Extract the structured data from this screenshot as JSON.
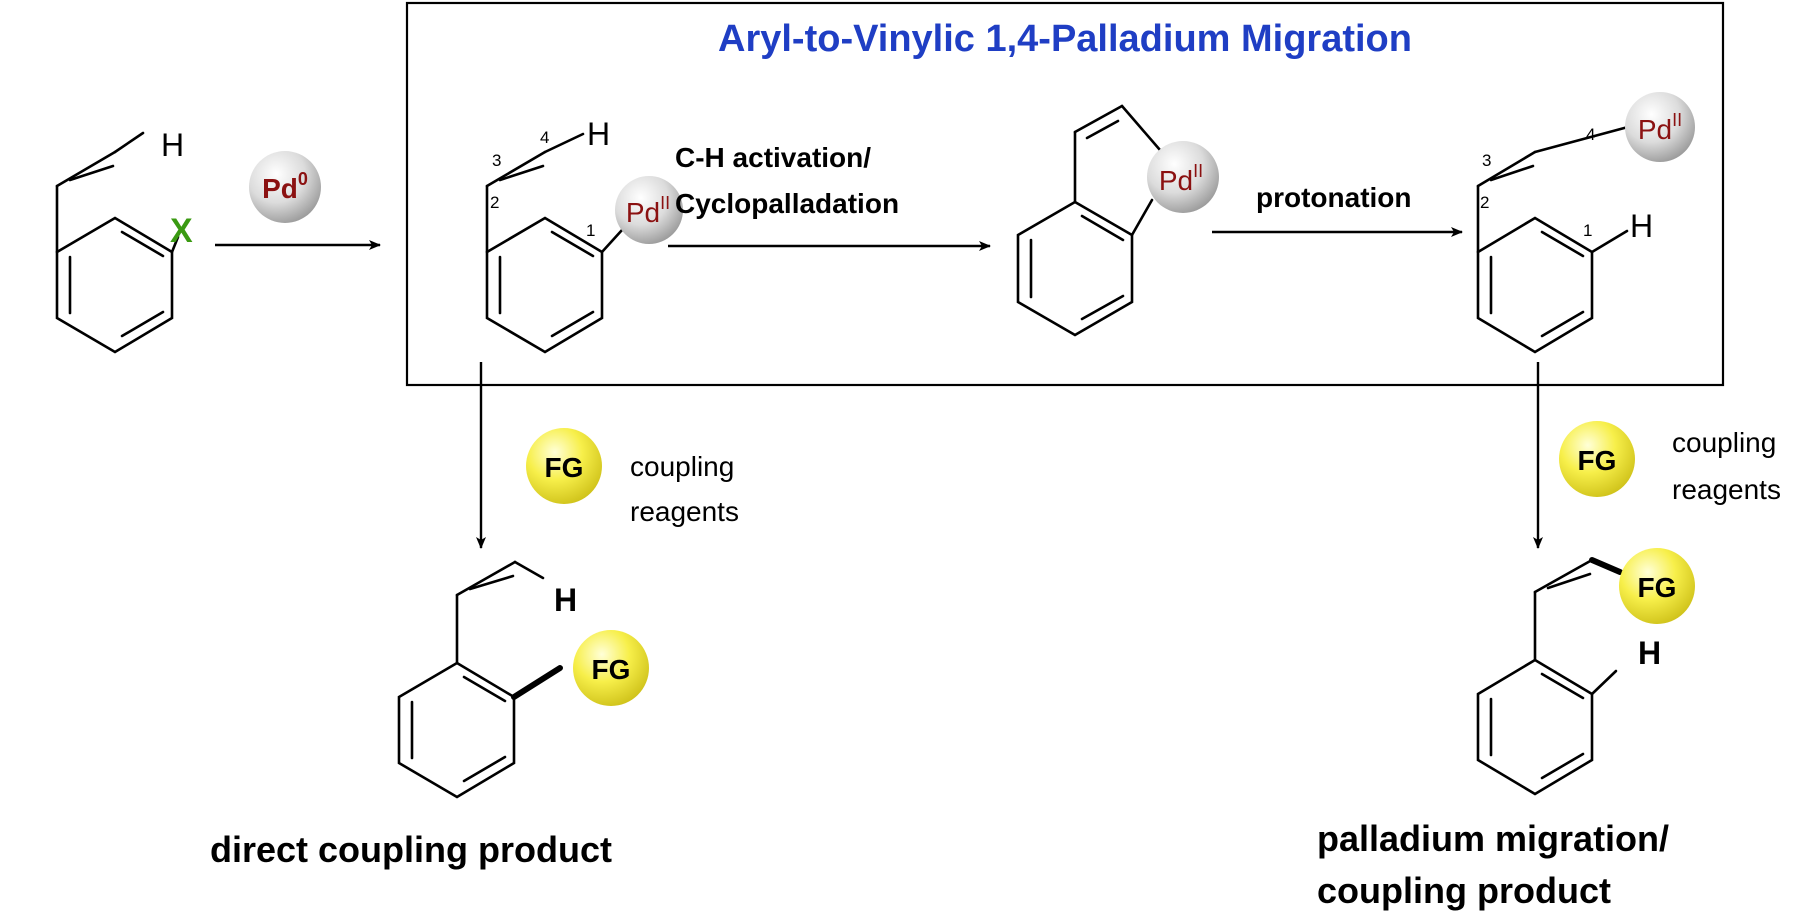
{
  "title": "Aryl-to-Vinylic 1,4-Palladium Migration",
  "atoms": {
    "H": "H",
    "X": "X",
    "Pd": "Pd",
    "pd_ox_II": "II",
    "pd_ox_0": "0",
    "FG": "FG"
  },
  "locants": [
    "1",
    "2",
    "3",
    "4"
  ],
  "steps": {
    "ch_activation_line1": "C-H activation/",
    "ch_activation_line2": "Cyclopalladation",
    "protonation": "protonation"
  },
  "reagents": {
    "left_line1": "coupling",
    "left_line2": "reagents",
    "right_line1": "coupling",
    "right_line2": "reagents"
  },
  "products": {
    "direct": "direct coupling product",
    "migration_line1": "palladium migration/",
    "migration_line2": "coupling product"
  },
  "colors": {
    "title": "#1f3ec4",
    "palladium_text": "#8b1111",
    "halogen": "#3a9a12",
    "pd_sphere": "#c9c9c9",
    "fg_sphere": "#f2ea3a"
  },
  "icons": {
    "pd_sphere": "grey-sphere",
    "fg_sphere": "yellow-sphere",
    "reaction_arrow": "right-arrow",
    "down_arrow": "down-arrow"
  }
}
